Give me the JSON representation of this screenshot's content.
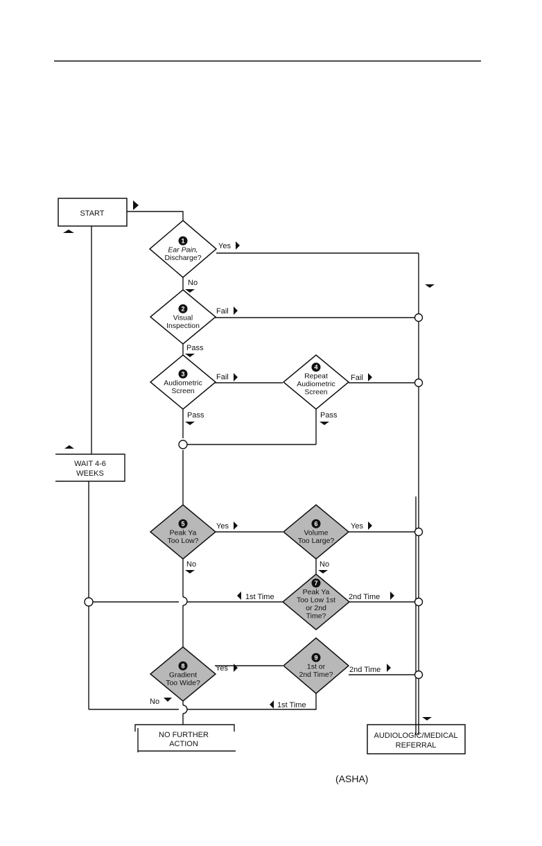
{
  "colors": {
    "ink": "#111111",
    "shaded": "#b8b8b8",
    "paper": "#ffffff"
  },
  "boxes": {
    "start": "START",
    "wait": [
      "WAIT 4-6",
      "WEEKS"
    ],
    "no_further": [
      "NO FURTHER",
      "ACTION"
    ],
    "referral": [
      "AUDIOLOGIC/MEDICAL",
      "REFERRAL"
    ]
  },
  "decisions": [
    {
      "num": "1",
      "lines": [
        "Ear Pain,",
        "Discharge?"
      ],
      "shaded": false
    },
    {
      "num": "2",
      "lines": [
        "Visual",
        "Inspection"
      ],
      "shaded": false
    },
    {
      "num": "3",
      "lines": [
        "Audiometric",
        "Screen"
      ],
      "shaded": false
    },
    {
      "num": "4",
      "lines": [
        "Repeat",
        "Audiometric",
        "Screen"
      ],
      "shaded": false
    },
    {
      "num": "5",
      "lines": [
        "Peak Ya",
        "Too Low?"
      ],
      "shaded": true
    },
    {
      "num": "6",
      "lines": [
        "Volume",
        "Too Large?"
      ],
      "shaded": true
    },
    {
      "num": "7",
      "lines": [
        "Peak Ya",
        "Too Low 1st",
        "or 2nd",
        "Time?"
      ],
      "shaded": true
    },
    {
      "num": "8",
      "lines": [
        "Gradient",
        "Too Wide?"
      ],
      "shaded": true
    },
    {
      "num": "9",
      "lines": [
        "1st or",
        "2nd Time?"
      ],
      "shaded": true
    }
  ],
  "edge_labels": {
    "d1_yes": "Yes",
    "d1_no": "No",
    "d2_fail": "Fail",
    "d2_pass": "Pass",
    "d3_fail": "Fail",
    "d3_pass": "Pass",
    "d4_fail": "Fail",
    "d4_pass": "Pass",
    "d5_yes": "Yes",
    "d5_no": "No",
    "d6_yes": "Yes",
    "d6_no": "No",
    "d7_first": "1st Time",
    "d7_second": "2nd Time",
    "d8_yes": "Yes",
    "d8_no": "No",
    "d9_second": "2nd Time",
    "d9_first": "1st Time"
  },
  "source": "(ASHA)"
}
